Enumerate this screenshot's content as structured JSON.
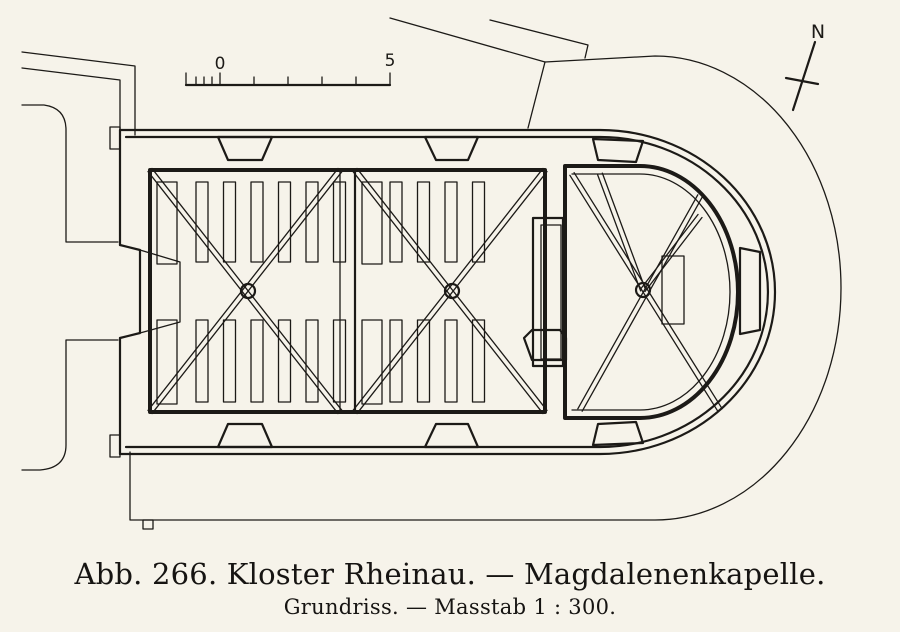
{
  "caption": {
    "line1": "Abb. 266.  Kloster Rheinau. — Magdalenenkapelle.",
    "line2": "Grundriss. — Masstab 1 : 300."
  },
  "scale_bar": {
    "label_start": "0",
    "label_end": "5"
  },
  "north_arrow": {
    "label": "N"
  },
  "colors": {
    "paper": "#f6f3ea",
    "ink": "#1c1a17"
  }
}
